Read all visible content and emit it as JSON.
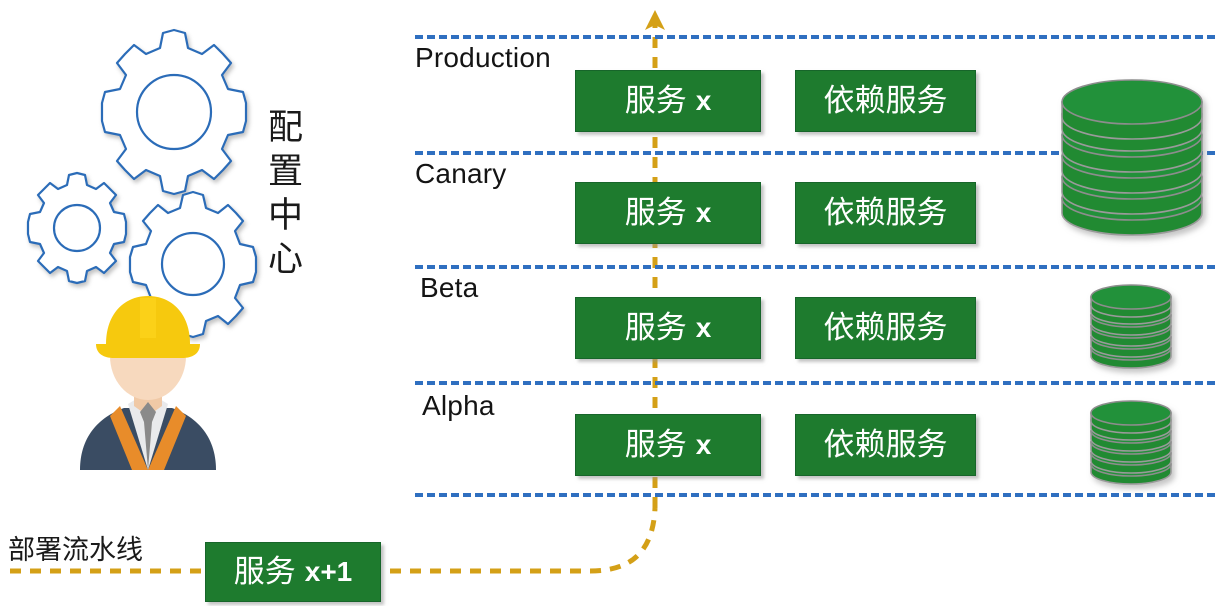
{
  "diagram": {
    "title_hidden": "",
    "colors": {
      "service_green": "#1E7B2E",
      "database_green": "#218A32",
      "separator_blue": "#2F6FC0",
      "pipeline_gold": "#D4A017",
      "gear_blue": "#2B6CB8",
      "helmet_yellow": "#F6C90E",
      "suit_navy": "#3A4C63",
      "vest_orange": "#E88C2A",
      "tie_gray": "#8A8A8A",
      "skin": "#F7D9BE"
    }
  },
  "config_center": {
    "label": "配置中心",
    "gears": [
      {
        "name": "gear-large-top",
        "teeth": 10
      },
      {
        "name": "gear-small-left",
        "teeth": 10
      },
      {
        "name": "gear-medium-bottom",
        "teeth": 10
      }
    ],
    "avatar_name": "engineer-avatar"
  },
  "environments": [
    {
      "id": "production",
      "label": "Production",
      "service_box": {
        "cn": "服务",
        "lat": "x"
      },
      "dependency_box": {
        "cn": "依赖服务"
      },
      "database": {
        "name": "database-stack-production",
        "discs": 6,
        "size": "large"
      }
    },
    {
      "id": "canary",
      "label": "Canary",
      "service_box": {
        "cn": "服务",
        "lat": "x"
      },
      "dependency_box": {
        "cn": "依赖服务"
      },
      "database": {
        "name": "database-stack-canary",
        "discs": 6,
        "size": "shared-large"
      }
    },
    {
      "id": "beta",
      "label": "Beta",
      "service_box": {
        "cn": "服务",
        "lat": "x"
      },
      "dependency_box": {
        "cn": "依赖服务"
      },
      "database": {
        "name": "database-stack-beta",
        "discs": 6,
        "size": "small"
      }
    },
    {
      "id": "alpha",
      "label": "Alpha",
      "service_box": {
        "cn": "服务",
        "lat": "x"
      },
      "dependency_box": {
        "cn": "依赖服务"
      },
      "database": {
        "name": "database-stack-alpha",
        "discs": 6,
        "size": "small"
      }
    }
  ],
  "pipeline": {
    "caption": "部署流水线",
    "new_service_box": {
      "cn": "服务",
      "lat": "x+1"
    },
    "arrow_direction": "up",
    "arrow_name": "pipeline-arrow-up"
  }
}
